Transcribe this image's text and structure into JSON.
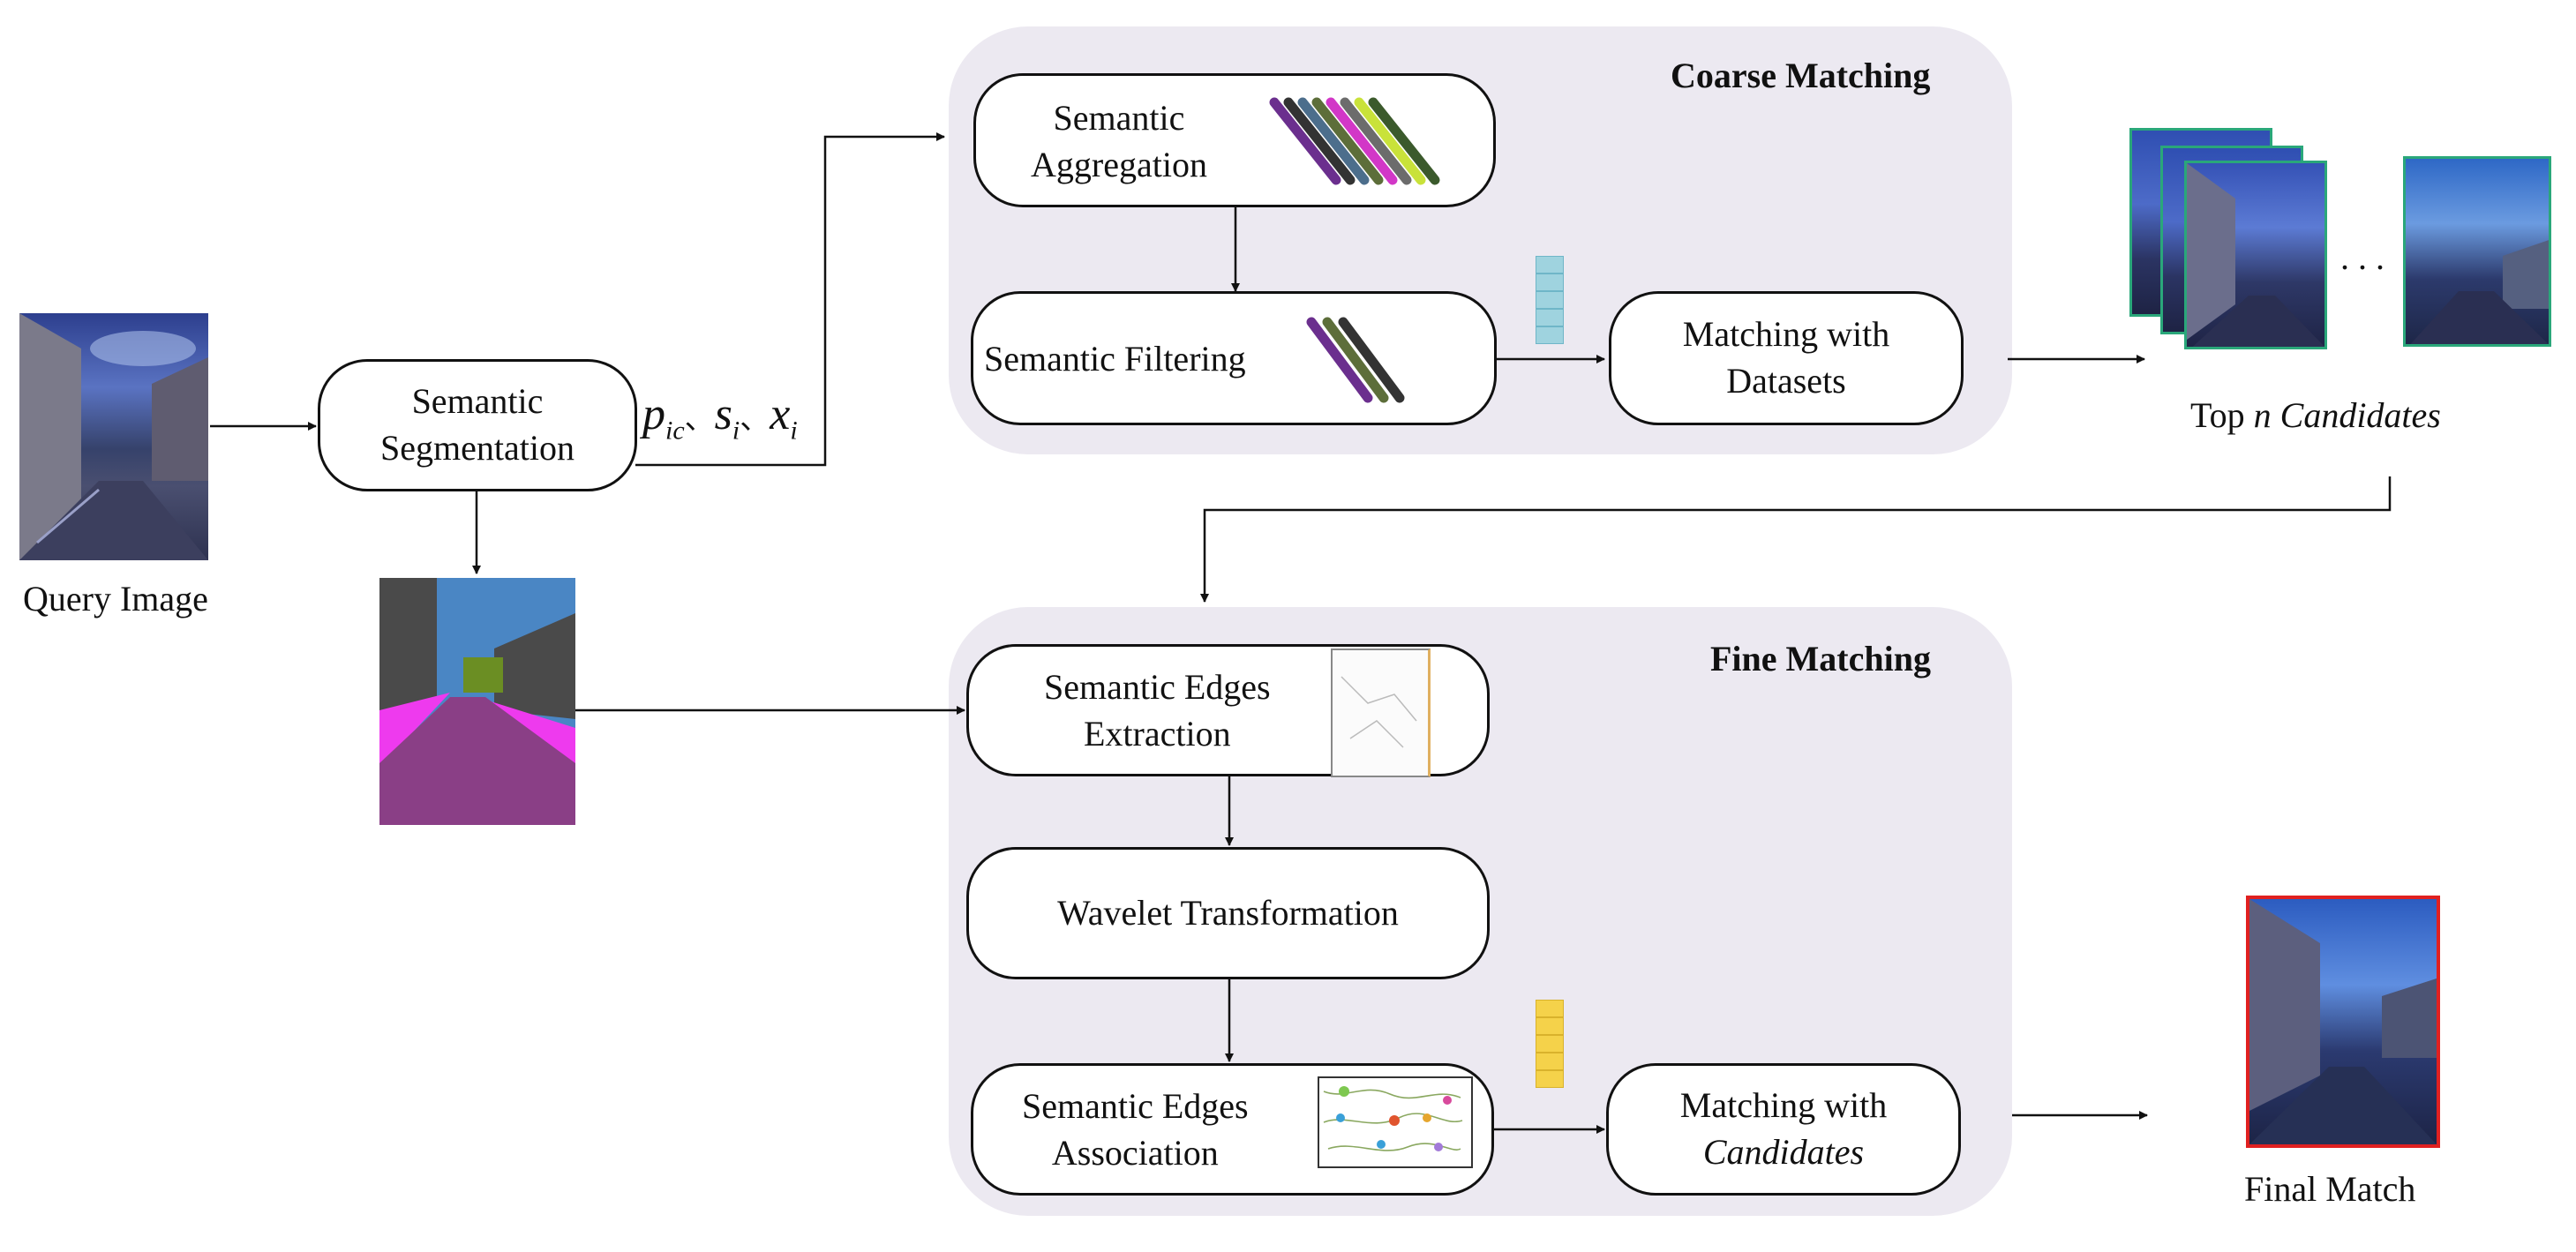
{
  "coarse": {
    "title": "Coarse Matching",
    "aggregation": {
      "line1": "Semantic",
      "line2": "Aggregation"
    },
    "filtering": {
      "label": "Semantic Filtering"
    },
    "matching": {
      "line1": "Matching with",
      "line2": "Datasets"
    }
  },
  "fine": {
    "title": "Fine Matching",
    "edges_extraction": {
      "line1": "Semantic Edges",
      "line2": "Extraction"
    },
    "wavelet": {
      "label": "Wavelet Transformation"
    },
    "edges_association": {
      "line1": "Semantic Edges",
      "line2": "Association"
    },
    "matching": {
      "line1": "Matching with",
      "line2": "Candidates"
    }
  },
  "segmentation": {
    "line1": "Semantic",
    "line2": "Segmentation"
  },
  "query": {
    "caption": "Query Image"
  },
  "candidates": {
    "caption_prefix": "Top",
    "caption_n": "n",
    "caption_suffix": "Candidates",
    "ellipsis": ". . ."
  },
  "final": {
    "caption": "Final Match"
  },
  "formula": {
    "p": "p",
    "p_sub": "ic",
    "s": "s",
    "s_sub": "i",
    "x": "x",
    "x_sub": "i",
    "sep": "、"
  },
  "colors": {
    "panel": "#ece9f1",
    "final_border": "#e02020",
    "candidate_border": "#2aa77a",
    "feature_blue": "#9fd3df",
    "feature_yellow": "#f5d24a",
    "seg_sky": "#4a86c4",
    "seg_building": "#4a4a4a",
    "seg_vegetation": "#6b8e23",
    "seg_sidewalk": "#ee3aee",
    "seg_road": "#8a3f86"
  }
}
